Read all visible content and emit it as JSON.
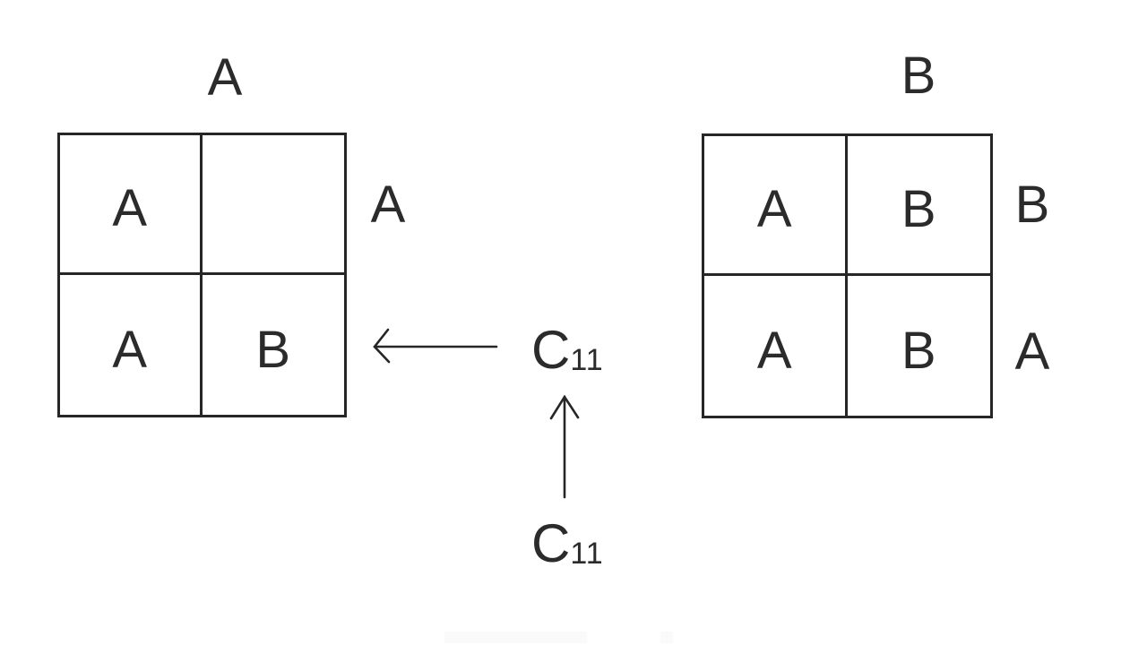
{
  "colors": {
    "background": "#ffffff",
    "line": "#262626",
    "text": "#2b2b2b",
    "watermark_strip": "#fafafa"
  },
  "left_matrix": {
    "title": "A",
    "cells": [
      "A",
      "",
      "A",
      "B"
    ],
    "side_labels": [
      "A",
      ""
    ]
  },
  "right_matrix": {
    "title": "B",
    "cells": [
      "A",
      "B",
      "A",
      "B"
    ],
    "side_labels": [
      "B",
      "A"
    ]
  },
  "labels": {
    "c11_result": {
      "base": "C",
      "sub": "11"
    },
    "c11_source": {
      "base": "C",
      "sub": "11"
    }
  },
  "icons": {
    "arrow_to_left_matrix": "arrow-left",
    "arrow_from_source": "arrow-up"
  }
}
